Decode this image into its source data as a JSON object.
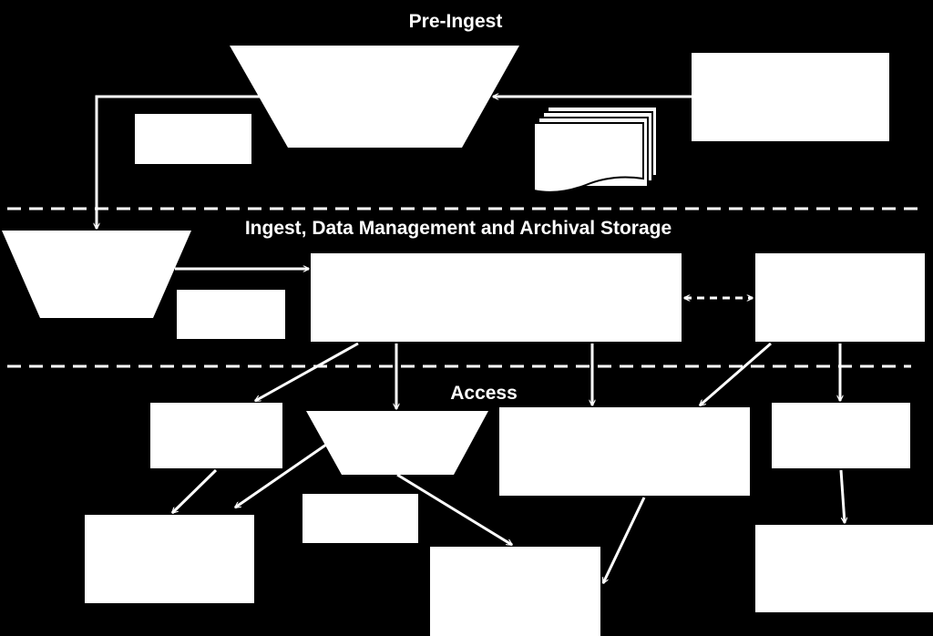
{
  "sections": {
    "pre_ingest": "Pre-Ingest",
    "ingest": "Ingest, Data Management and Archival Storage",
    "access": "Access"
  },
  "colors": {
    "background": "#000000",
    "shapes": "#ffffff",
    "connectors": "#ffffff"
  }
}
